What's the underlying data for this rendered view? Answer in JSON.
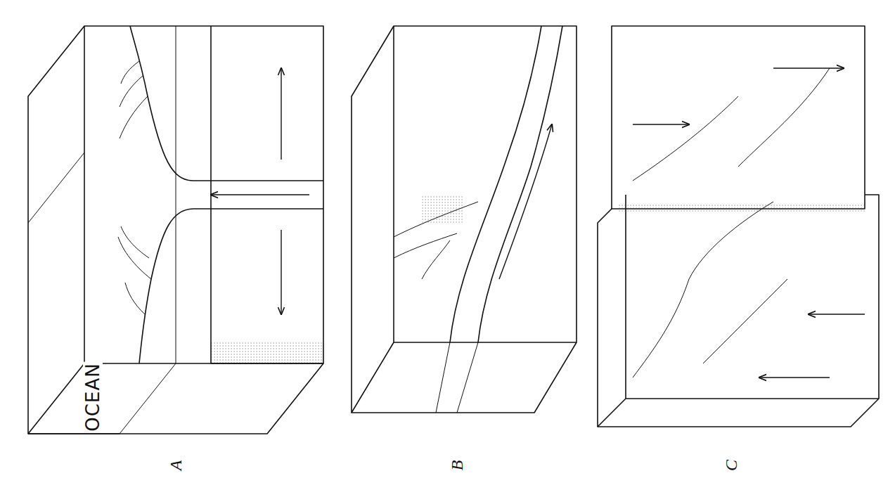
{
  "diagram": {
    "labels": [
      "OCEAN",
      "A",
      "B",
      "C"
    ]
  }
}
